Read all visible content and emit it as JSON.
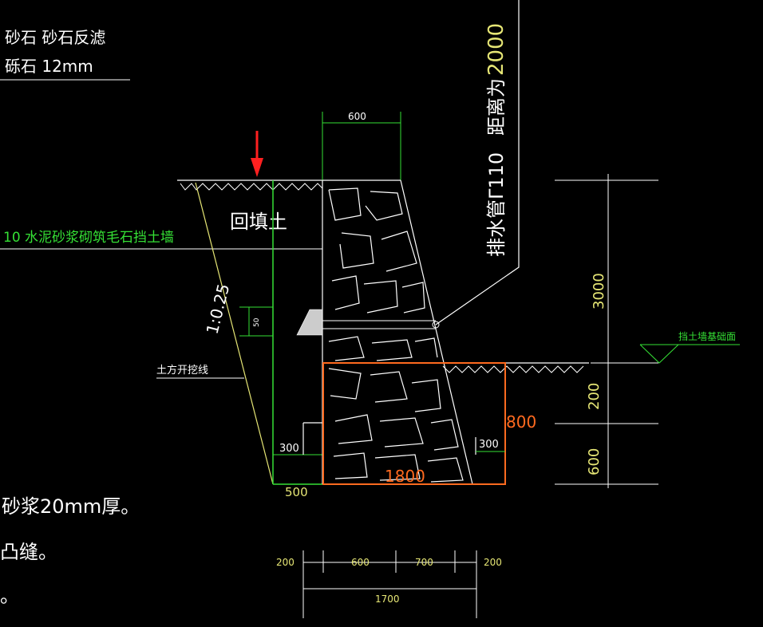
{
  "notes": {
    "line1": "砂石  砂石反滤",
    "line2": "砾石  12mm",
    "line3": "砂浆20mm厚。",
    "line4": "凸缝。",
    "line5": "。"
  },
  "labels": {
    "backfill": "回填土",
    "wall_title": "10 水泥砂浆砌筑毛石挡土墙",
    "slope": "1:0.25",
    "excavation": "土方开挖线",
    "pipe": "排水管Γ110",
    "spacing": "距离为",
    "spacing_value": "2000",
    "foundation_face": "挡土墙基础面",
    "small_dim": "50"
  },
  "dimensions": {
    "top_width": "600",
    "height_3000": "3000",
    "height_200": "200",
    "height_600": "600",
    "offset_300_left": "300",
    "offset_300_right": "300",
    "base_500": "500",
    "footing_800": "800",
    "footing_1800": "1800",
    "bottom_200_left": "200",
    "bottom_600": "600",
    "bottom_700": "700",
    "bottom_200_right": "200",
    "bottom_total": "1700"
  },
  "colors": {
    "background": "#000000",
    "line": "#ffffff",
    "green": "#35e035",
    "yellow_dim": "#e6e675",
    "orange": "#ff6a1f",
    "red_arrow": "#ff2020"
  }
}
